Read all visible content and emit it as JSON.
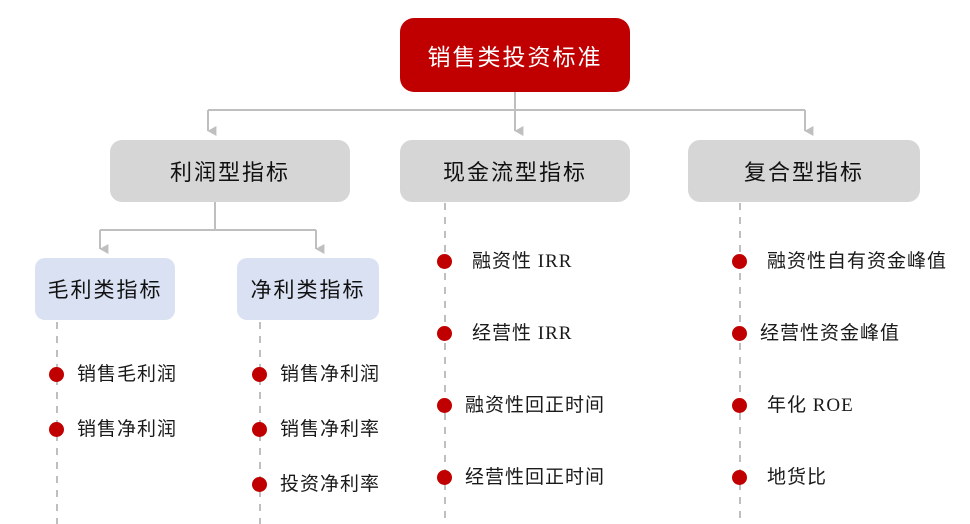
{
  "diagram": {
    "title": "销售类投资标准",
    "root": {
      "label": "销售类投资标准",
      "color": "#C00000",
      "text_color": "#FFFFFF"
    },
    "level2": [
      {
        "label": "利润型指标",
        "color": "#D6D6D6"
      },
      {
        "label": "现金流型指标",
        "color": "#D6D6D6"
      },
      {
        "label": "复合型指标",
        "color": "#D6D6D6"
      }
    ],
    "level3": [
      {
        "label": "毛利类指标",
        "color": "#D9E1F2"
      },
      {
        "label": "净利类指标",
        "color": "#D9E1F2"
      }
    ],
    "leaves": {
      "gross_profit": [
        "销售毛利润",
        "销售净利润"
      ],
      "net_profit": [
        "销售净利润",
        "销售净利率",
        "投资净利率"
      ],
      "cash_flow": [
        "融资性 IRR",
        "经营性 IRR",
        "融资性回正时间",
        "经营性回正时间"
      ],
      "composite": [
        "融资性自有资金峰值",
        "经营性资金峰值",
        "年化 ROE",
        "地货比"
      ]
    },
    "palette": {
      "accent_red": "#C00000",
      "gray_box": "#D6D6D6",
      "blue_box": "#D9E1F2",
      "connector": "#BFBFBF",
      "dashed": "#BFBFBF"
    }
  }
}
